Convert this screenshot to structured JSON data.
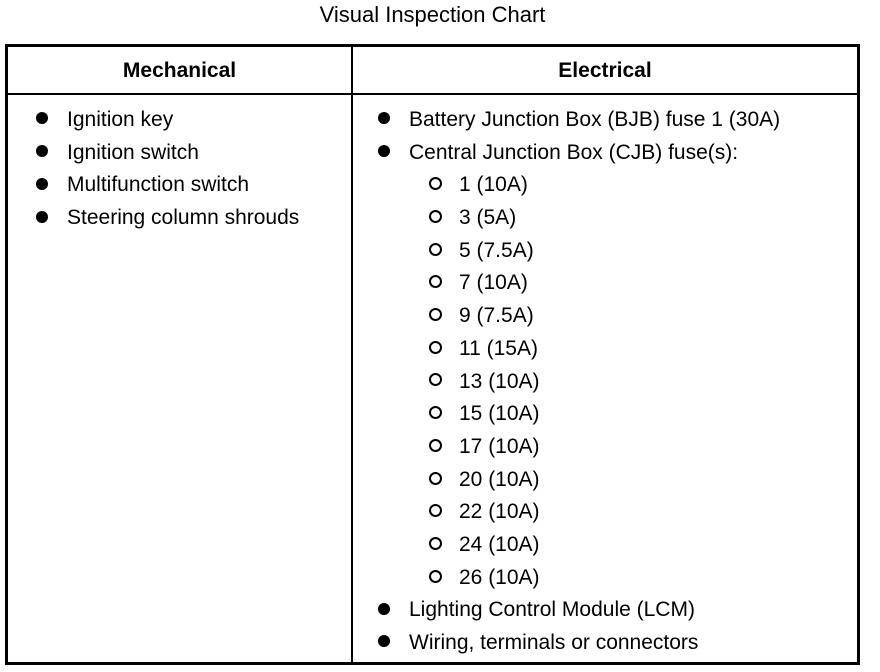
{
  "title": "Visual Inspection Chart",
  "headers": {
    "mechanical": "Mechanical",
    "electrical": "Electrical"
  },
  "mechanical": [
    "Ignition key",
    "Ignition switch",
    "Multifunction switch",
    "Steering column shrouds"
  ],
  "electrical": {
    "bjb": "Battery Junction Box (BJB) fuse 1 (30A)",
    "cjb": "Central Junction Box (CJB) fuse(s):",
    "cjb_fuses": [
      "1 (10A)",
      "3 (5A)",
      "5 (7.5A)",
      "7 (10A)",
      "9 (7.5A)",
      "11 (15A)",
      "13 (10A)",
      "15 (10A)",
      "17 (10A)",
      "20 (10A)",
      "22 (10A)",
      "24 (10A)",
      "26 (10A)"
    ],
    "lcm": "Lighting Control Module (LCM)",
    "wiring": "Wiring, terminals or connectors"
  },
  "icons": {
    "main_bullet": "filled-circle-bullet",
    "sub_bullet": "hollow-circle-bullet"
  }
}
